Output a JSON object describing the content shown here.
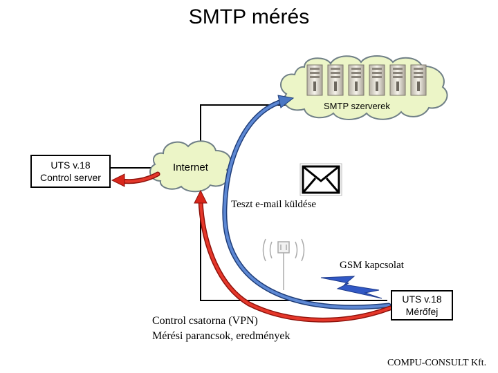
{
  "title": "SMTP mérés",
  "smtp_cloud": {
    "label": "SMTP szerverek",
    "server_count": 6
  },
  "internet_cloud": {
    "label": "Internet"
  },
  "control_server": {
    "line1": "UTS v.18",
    "line2": "Control server"
  },
  "probe": {
    "line1": "UTS v.18",
    "line2": "Mérőfej"
  },
  "labels": {
    "test_email": "Teszt e-mail küldése",
    "gsm": "GSM kapcsolat",
    "control_line1": "Control csatorna (VPN)",
    "control_line2": "Mérési parancsok, eredmények",
    "footer": "COMPU-CONSULT Kft."
  },
  "icons": {
    "envelope": "envelope-icon",
    "antenna": "antenna-icon",
    "lightning": "lightning-icon",
    "server": "server-icon"
  },
  "colors": {
    "cloud_fill": "#ecf5c7",
    "cloud_stroke": "#6f7f86",
    "blue_arrow": "#4a77c4",
    "red_arrow": "#d8261b",
    "lightning": "#3158c5"
  }
}
